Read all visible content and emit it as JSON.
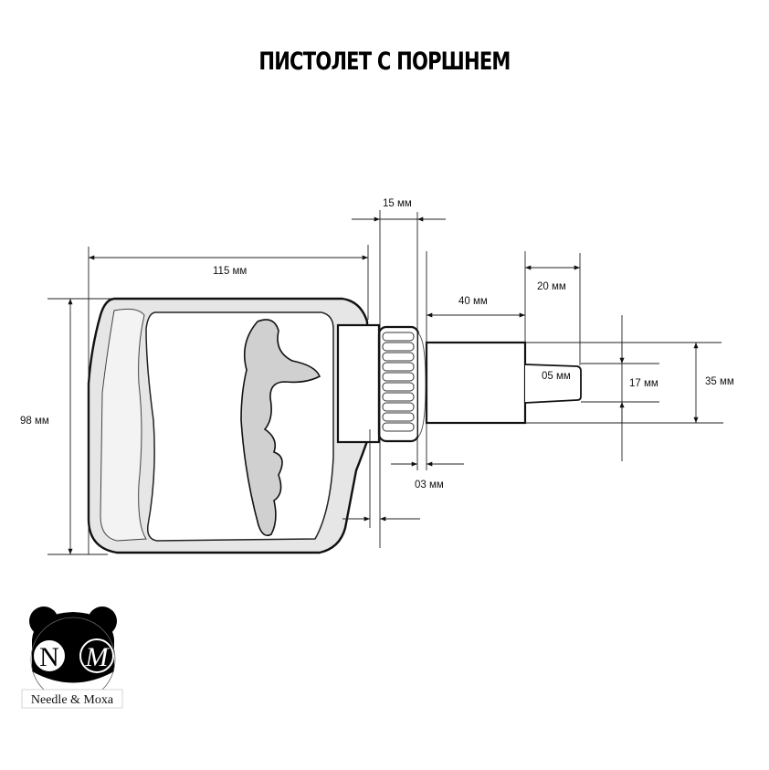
{
  "title": "ПИСТОЛЕТ С ПОРШНЕМ",
  "dimensions": {
    "length_body": "115 мм",
    "height_body": "98 мм",
    "nut_width": "15 мм",
    "gap": "03 мм",
    "cylinder_length": "40 мм",
    "nozzle_length": "20 мм",
    "nozzle_wall": "05 мм",
    "nozzle_diameter": "17 мм",
    "cylinder_diameter": "35 мм"
  },
  "logo": {
    "letter_left": "N",
    "letter_right": "M",
    "text": "Needle & Moxa"
  }
}
